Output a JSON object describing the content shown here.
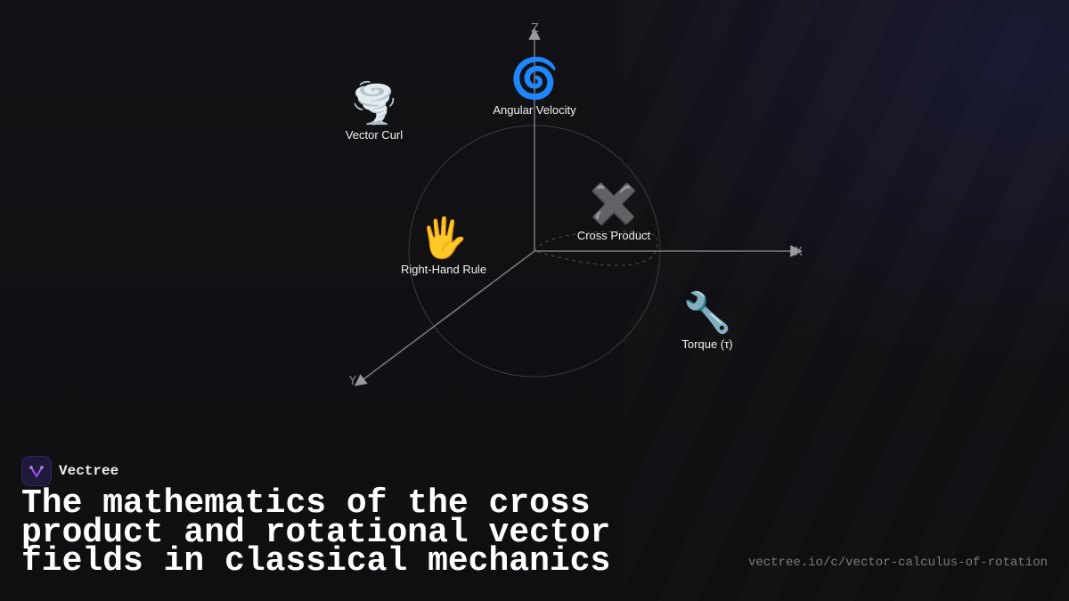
{
  "diagram": {
    "axes": {
      "z": "Z",
      "x": "X",
      "y": "Y"
    },
    "nodes": [
      {
        "id": "vector-curl",
        "label": "Vector Curl",
        "icon": "🌪️",
        "icon_name": "tornado-icon"
      },
      {
        "id": "angular-velocity",
        "label": "Angular Velocity",
        "icon": "🌀",
        "icon_name": "cyclone-icon"
      },
      {
        "id": "right-hand-rule",
        "label": "Right-Hand Rule",
        "icon": "🖐️",
        "icon_name": "raised-hand-icon"
      },
      {
        "id": "cross-product",
        "label": "Cross Product",
        "icon": "✖️",
        "icon_name": "multiply-icon"
      },
      {
        "id": "torque",
        "label": "Torque (τ)",
        "icon": "🔧",
        "icon_name": "wrench-icon"
      }
    ]
  },
  "brand": {
    "name": "Vectree",
    "accent": "#a855f7"
  },
  "title": "The mathematics of the cross product and rotational vector fields in classical mechanics",
  "url": "vectree.io/c/vector-calculus-of-rotation"
}
